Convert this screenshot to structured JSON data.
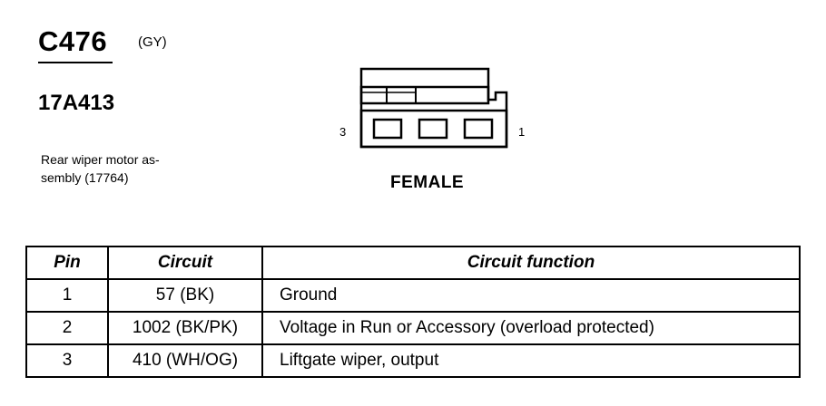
{
  "connector": {
    "id": "C476",
    "color_code": "(GY)",
    "part_number": "17A413",
    "description_line1": "Rear wiper motor as-",
    "description_line2": "sembly (17764)"
  },
  "diagram": {
    "left_pin_label": "3",
    "right_pin_label": "1",
    "gender": "FEMALE"
  },
  "table": {
    "headers": {
      "pin": "Pin",
      "circuit": "Circuit",
      "function": "Circuit function"
    },
    "rows": [
      {
        "pin": "1",
        "circuit": "57 (BK)",
        "function": "Ground"
      },
      {
        "pin": "2",
        "circuit": "1002 (BK/PK)",
        "function": "Voltage in Run or Accessory (overload protected)"
      },
      {
        "pin": "3",
        "circuit": "410 (WH/OG)",
        "function": "Liftgate wiper, output"
      }
    ]
  }
}
